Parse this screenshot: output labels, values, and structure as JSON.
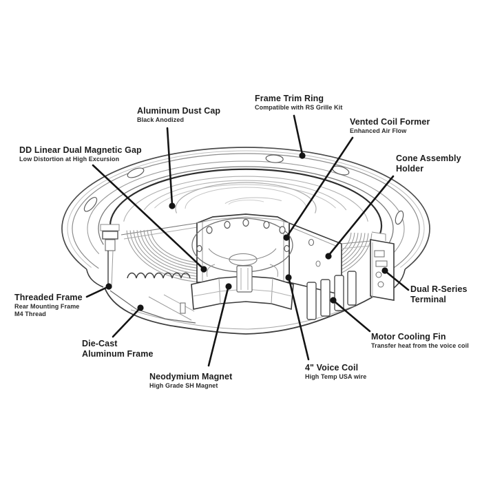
{
  "colors": {
    "background": "#ffffff",
    "line_light": "#9c9c9c",
    "line_dark": "#3a3a3a",
    "cone_edge": "#2e2e2e",
    "leader": "#141414",
    "text": "#1c1c1c"
  },
  "labels": {
    "dust_cap": {
      "title": "Aluminum Dust Cap",
      "subtitle": "Black Anodized"
    },
    "trim_ring": {
      "title": "Frame Trim Ring",
      "subtitle": "Compatible with RS Grille Kit"
    },
    "coil_former": {
      "title": "Vented Coil Former",
      "subtitle": "Enhanced Air Flow"
    },
    "cone_holder": {
      "title_line1": "Cone Assembly",
      "title_line2": "Holder"
    },
    "magnetic_gap": {
      "title": "DD Linear Dual Magnetic Gap",
      "subtitle": "Low Distortion at High Excursion"
    },
    "threaded_frame": {
      "title": "Threaded Frame",
      "subtitle_line1": "Rear Mounting Frame",
      "subtitle_line2": "M4 Thread"
    },
    "die_cast": {
      "title_line1": "Die-Cast",
      "title_line2": "Aluminum Frame"
    },
    "magnet": {
      "title": "Neodymium Magnet",
      "subtitle": "High Grade SH Magnet"
    },
    "voice_coil": {
      "title": "4\" Voice Coil",
      "subtitle": "High Temp USA wire"
    },
    "cooling_fin": {
      "title": "Motor Cooling Fin",
      "subtitle": "Transfer heat from the voice coil"
    },
    "terminal": {
      "title_line1": "Dual R-Series",
      "title_line2": "Terminal"
    }
  }
}
